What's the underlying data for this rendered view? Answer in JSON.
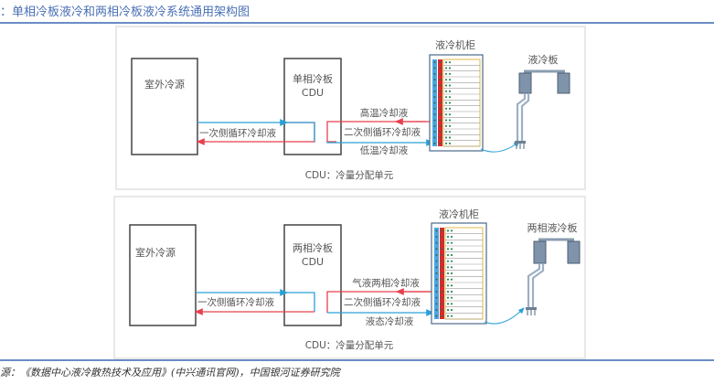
{
  "header": {
    "title": "：单相冷板液冷和两相冷板液冷系统通用架构图"
  },
  "colors": {
    "accent": "#6b8cc7",
    "hot_line": "#e8404e",
    "cold_line": "#2aa0d8",
    "box_border": "#444444",
    "cabinet_blue": "#49a6e0",
    "cabinet_red": "#d92b2b",
    "cabinet_gold": "#e0b84a"
  },
  "panels": [
    {
      "id": "single-phase",
      "outdoor_label": "室外冷源",
      "cdu_label_line1": "单相冷板",
      "cdu_label_line2": "CDU",
      "primary_loop_label": "一次侧循环冷却液",
      "hot_label": "高温冷却液",
      "secondary_loop_label": "二次侧循环冷却液",
      "cold_label": "低温冷却液",
      "cabinet_label": "液冷机柜",
      "plate_label": "液冷板",
      "footnote": "CDU：冷量分配单元"
    },
    {
      "id": "two-phase",
      "outdoor_label": "室外冷源",
      "cdu_label_line1": "两相冷板",
      "cdu_label_line2": "CDU",
      "primary_loop_label": "一次侧循环冷却液",
      "hot_label": "气液两相冷却液",
      "secondary_loop_label": "二次侧循环冷却液",
      "cold_label": "液态冷却液",
      "cabinet_label": "液冷机柜",
      "plate_label": "两相液冷板",
      "footnote": "CDU：冷量分配单元"
    }
  ],
  "footer": {
    "source": "源：《数据中心液冷散热技术及应用》(中兴通讯官网)，中国银河证券研究院"
  }
}
